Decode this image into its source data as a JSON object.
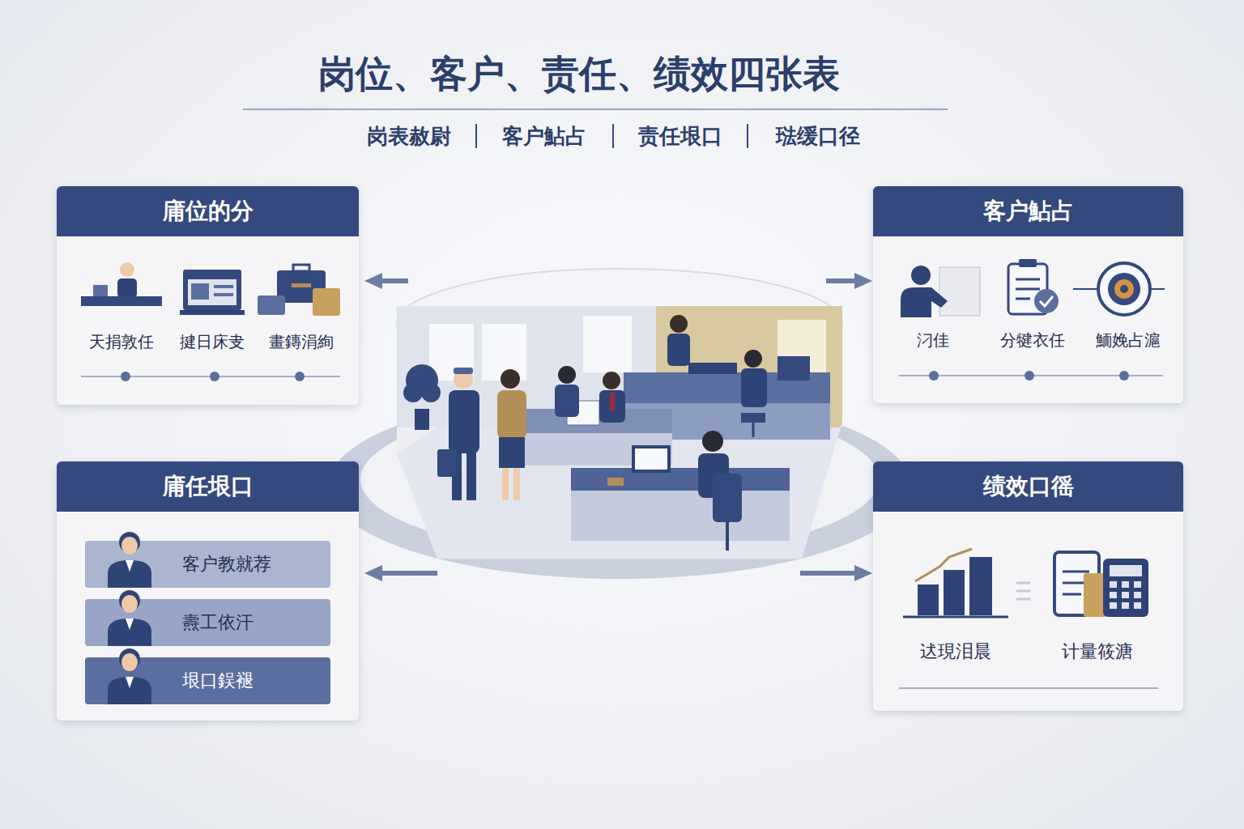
{
  "diagram": {
    "title": "岗位、客户、责任、绩效四张表",
    "nodes": [
      {
        "text": [
          "庯位的分"
        ]
      },
      {
        "text": [
          "客户鮎占"
        ]
      },
      {
        "text": [
          "庯任垠口"
        ]
      },
      {
        "text": [
          "客户教就荐"
        ],
        "in": 2
      },
      {
        "text": [
          "燾工依汗"
        ],
        "in": 2
      },
      {
        "text": [
          "垠口鋘褪"
        ],
        "in": 2
      },
      {
        "text": [
          "绩效口徭"
        ]
      }
    ],
    "labels": [
      "岗表赦尉",
      "客户鮎占",
      "责任垠口",
      "琺缓口径",
      "天捐敦任",
      "揵日床叏",
      "畫鏄涓絢",
      "汈佳",
      "分犍衣任",
      "鮞娩占滬",
      "迖現泪晨",
      "计量筱溏"
    ]
  }
}
